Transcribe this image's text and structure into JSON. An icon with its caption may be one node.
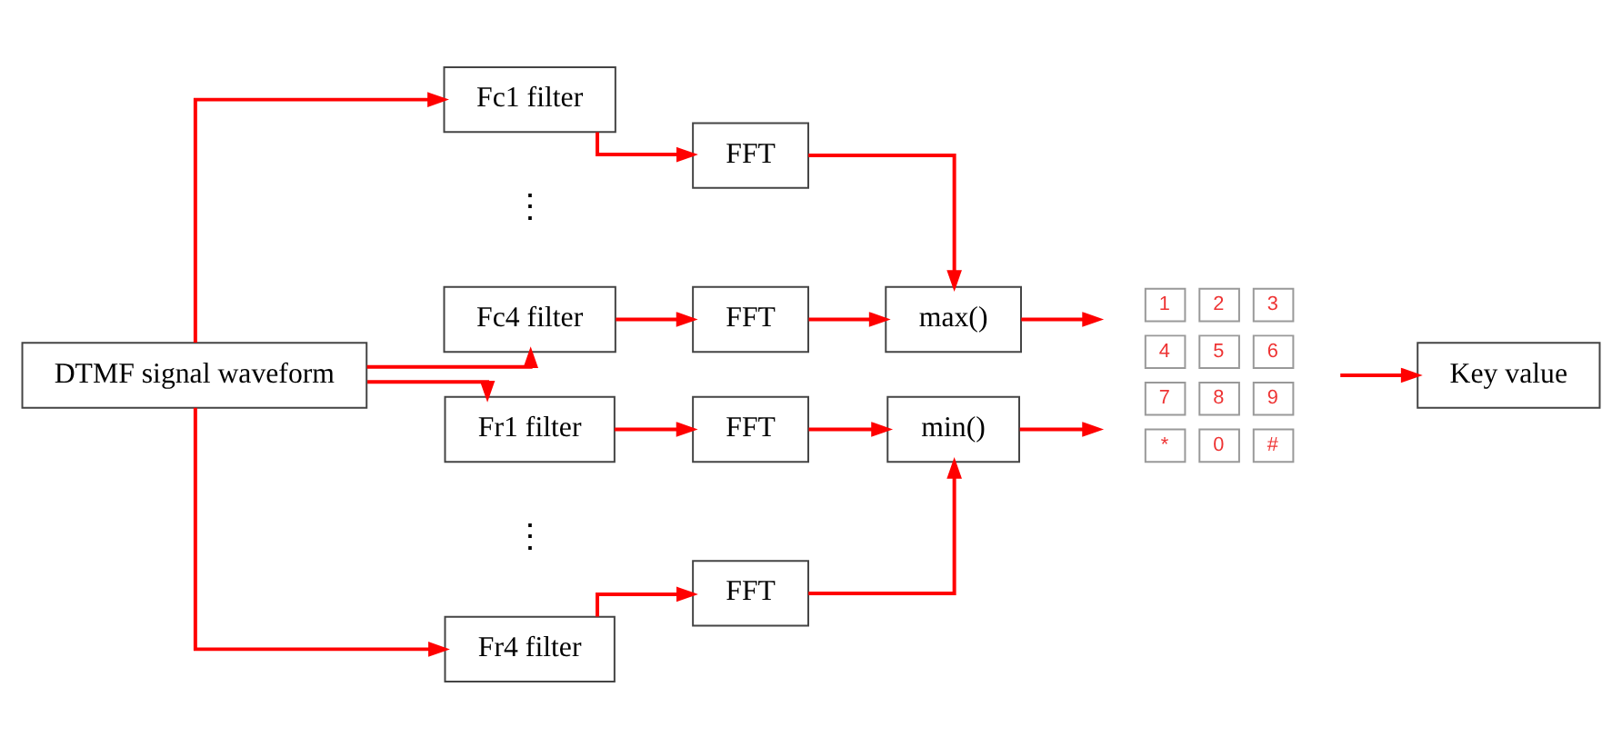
{
  "diagram": {
    "nodes": [
      {
        "text": [
          "DTMF signal waveform"
        ]
      },
      {
        "text": [
          "Fc1 filter"
        ]
      },
      {
        "text": [
          "FFT"
        ]
      },
      {
        "text": [
          "Fc4 filter"
        ]
      },
      {
        "text": [
          "FFT"
        ]
      },
      {
        "text": [
          "max()"
        ]
      },
      {
        "text": [
          "Fr1 filter"
        ]
      },
      {
        "text": [
          "FFT"
        ]
      },
      {
        "text": [
          "Fr4 filter"
        ]
      },
      {
        "text": [
          "FFT"
        ]
      },
      {
        "text": [
          "min()"
        ]
      },
      {
        "text": [
          "1",
          "2",
          "3",
          "4",
          "5",
          "6",
          "7",
          "8",
          "9",
          "*",
          "0",
          "#"
        ]
      },
      {
        "text": [
          "Key value"
        ]
      }
    ],
    "edges": [
      {
        "from": 0,
        "to": 1,
        "arrow": "to"
      },
      {
        "from": 0,
        "to": 3,
        "arrow": "to"
      },
      {
        "from": 0,
        "to": 6,
        "arrow": "to"
      },
      {
        "from": 0,
        "to": 8,
        "arrow": "to"
      },
      {
        "from": 1,
        "to": 2,
        "arrow": "to"
      },
      {
        "from": 3,
        "to": 4,
        "arrow": "to"
      },
      {
        "from": 6,
        "to": 7,
        "arrow": "to"
      },
      {
        "from": 8,
        "to": 9,
        "arrow": "to"
      },
      {
        "from": 2,
        "to": 5,
        "arrow": "to"
      },
      {
        "from": 4,
        "to": 5,
        "arrow": "to"
      },
      {
        "from": 7,
        "to": 10,
        "arrow": "to"
      },
      {
        "from": 9,
        "to": 10,
        "arrow": "to"
      },
      {
        "from": 5,
        "to": 11,
        "arrow": "to"
      },
      {
        "from": 10,
        "to": 11,
        "arrow": "to"
      },
      {
        "from": 11,
        "to": 12,
        "arrow": "to"
      }
    ],
    "labels": [
      "⋮",
      "⋮"
    ]
  }
}
